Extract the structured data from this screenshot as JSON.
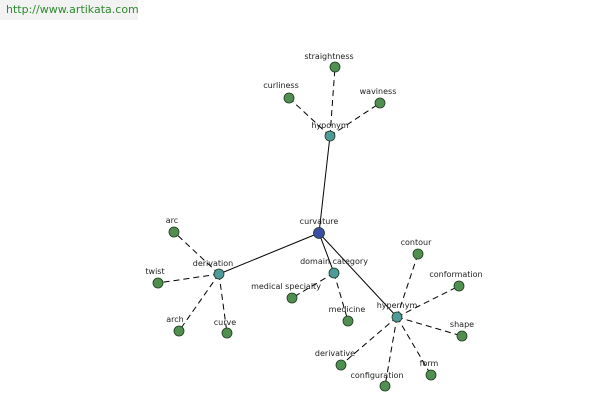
{
  "watermark": {
    "text": "http://www.artikata.com"
  },
  "colors": {
    "root": "#3a4fa3",
    "relation": "#4f9a9a",
    "leaf": "#4f8f4f"
  },
  "graph": {
    "nodes": [
      {
        "id": "curvature",
        "label": "curvature",
        "kind": "root"
      },
      {
        "id": "hyponym",
        "label": "hyponym",
        "kind": "relation"
      },
      {
        "id": "derivation",
        "label": "derivation",
        "kind": "relation"
      },
      {
        "id": "domain-category",
        "label": "domain category",
        "kind": "relation"
      },
      {
        "id": "hypernym",
        "label": "hypernym",
        "kind": "relation"
      },
      {
        "id": "straightness",
        "label": "straightness",
        "kind": "leaf"
      },
      {
        "id": "curliness",
        "label": "curliness",
        "kind": "leaf"
      },
      {
        "id": "waviness",
        "label": "waviness",
        "kind": "leaf"
      },
      {
        "id": "arc",
        "label": "arc",
        "kind": "leaf"
      },
      {
        "id": "twist",
        "label": "twist",
        "kind": "leaf"
      },
      {
        "id": "arch",
        "label": "arch",
        "kind": "leaf"
      },
      {
        "id": "curve",
        "label": "curve",
        "kind": "leaf"
      },
      {
        "id": "medical-specialty",
        "label": "medical specialty",
        "kind": "leaf"
      },
      {
        "id": "medicine",
        "label": "medicine",
        "kind": "leaf"
      },
      {
        "id": "contour",
        "label": "contour",
        "kind": "leaf"
      },
      {
        "id": "conformation",
        "label": "conformation",
        "kind": "leaf"
      },
      {
        "id": "shape",
        "label": "shape",
        "kind": "leaf"
      },
      {
        "id": "form",
        "label": "form",
        "kind": "leaf"
      },
      {
        "id": "configuration",
        "label": "configuration",
        "kind": "leaf"
      },
      {
        "id": "derivative",
        "label": "derivative",
        "kind": "leaf"
      }
    ],
    "edges": [
      {
        "from": "curvature",
        "to": "hyponym",
        "style": "solid"
      },
      {
        "from": "curvature",
        "to": "derivation",
        "style": "solid"
      },
      {
        "from": "curvature",
        "to": "domain-category",
        "style": "solid"
      },
      {
        "from": "curvature",
        "to": "hypernym",
        "style": "solid"
      },
      {
        "from": "hyponym",
        "to": "straightness",
        "style": "dashed"
      },
      {
        "from": "hyponym",
        "to": "curliness",
        "style": "dashed"
      },
      {
        "from": "hyponym",
        "to": "waviness",
        "style": "dashed"
      },
      {
        "from": "derivation",
        "to": "arc",
        "style": "dashed"
      },
      {
        "from": "derivation",
        "to": "twist",
        "style": "dashed"
      },
      {
        "from": "derivation",
        "to": "arch",
        "style": "dashed"
      },
      {
        "from": "derivation",
        "to": "curve",
        "style": "dashed"
      },
      {
        "from": "domain-category",
        "to": "medical-specialty",
        "style": "dashed"
      },
      {
        "from": "domain-category",
        "to": "medicine",
        "style": "dashed"
      },
      {
        "from": "hypernym",
        "to": "contour",
        "style": "dashed"
      },
      {
        "from": "hypernym",
        "to": "conformation",
        "style": "dashed"
      },
      {
        "from": "hypernym",
        "to": "shape",
        "style": "dashed"
      },
      {
        "from": "hypernym",
        "to": "form",
        "style": "dashed"
      },
      {
        "from": "hypernym",
        "to": "configuration",
        "style": "dashed"
      },
      {
        "from": "hypernym",
        "to": "derivative",
        "style": "dashed"
      }
    ]
  }
}
